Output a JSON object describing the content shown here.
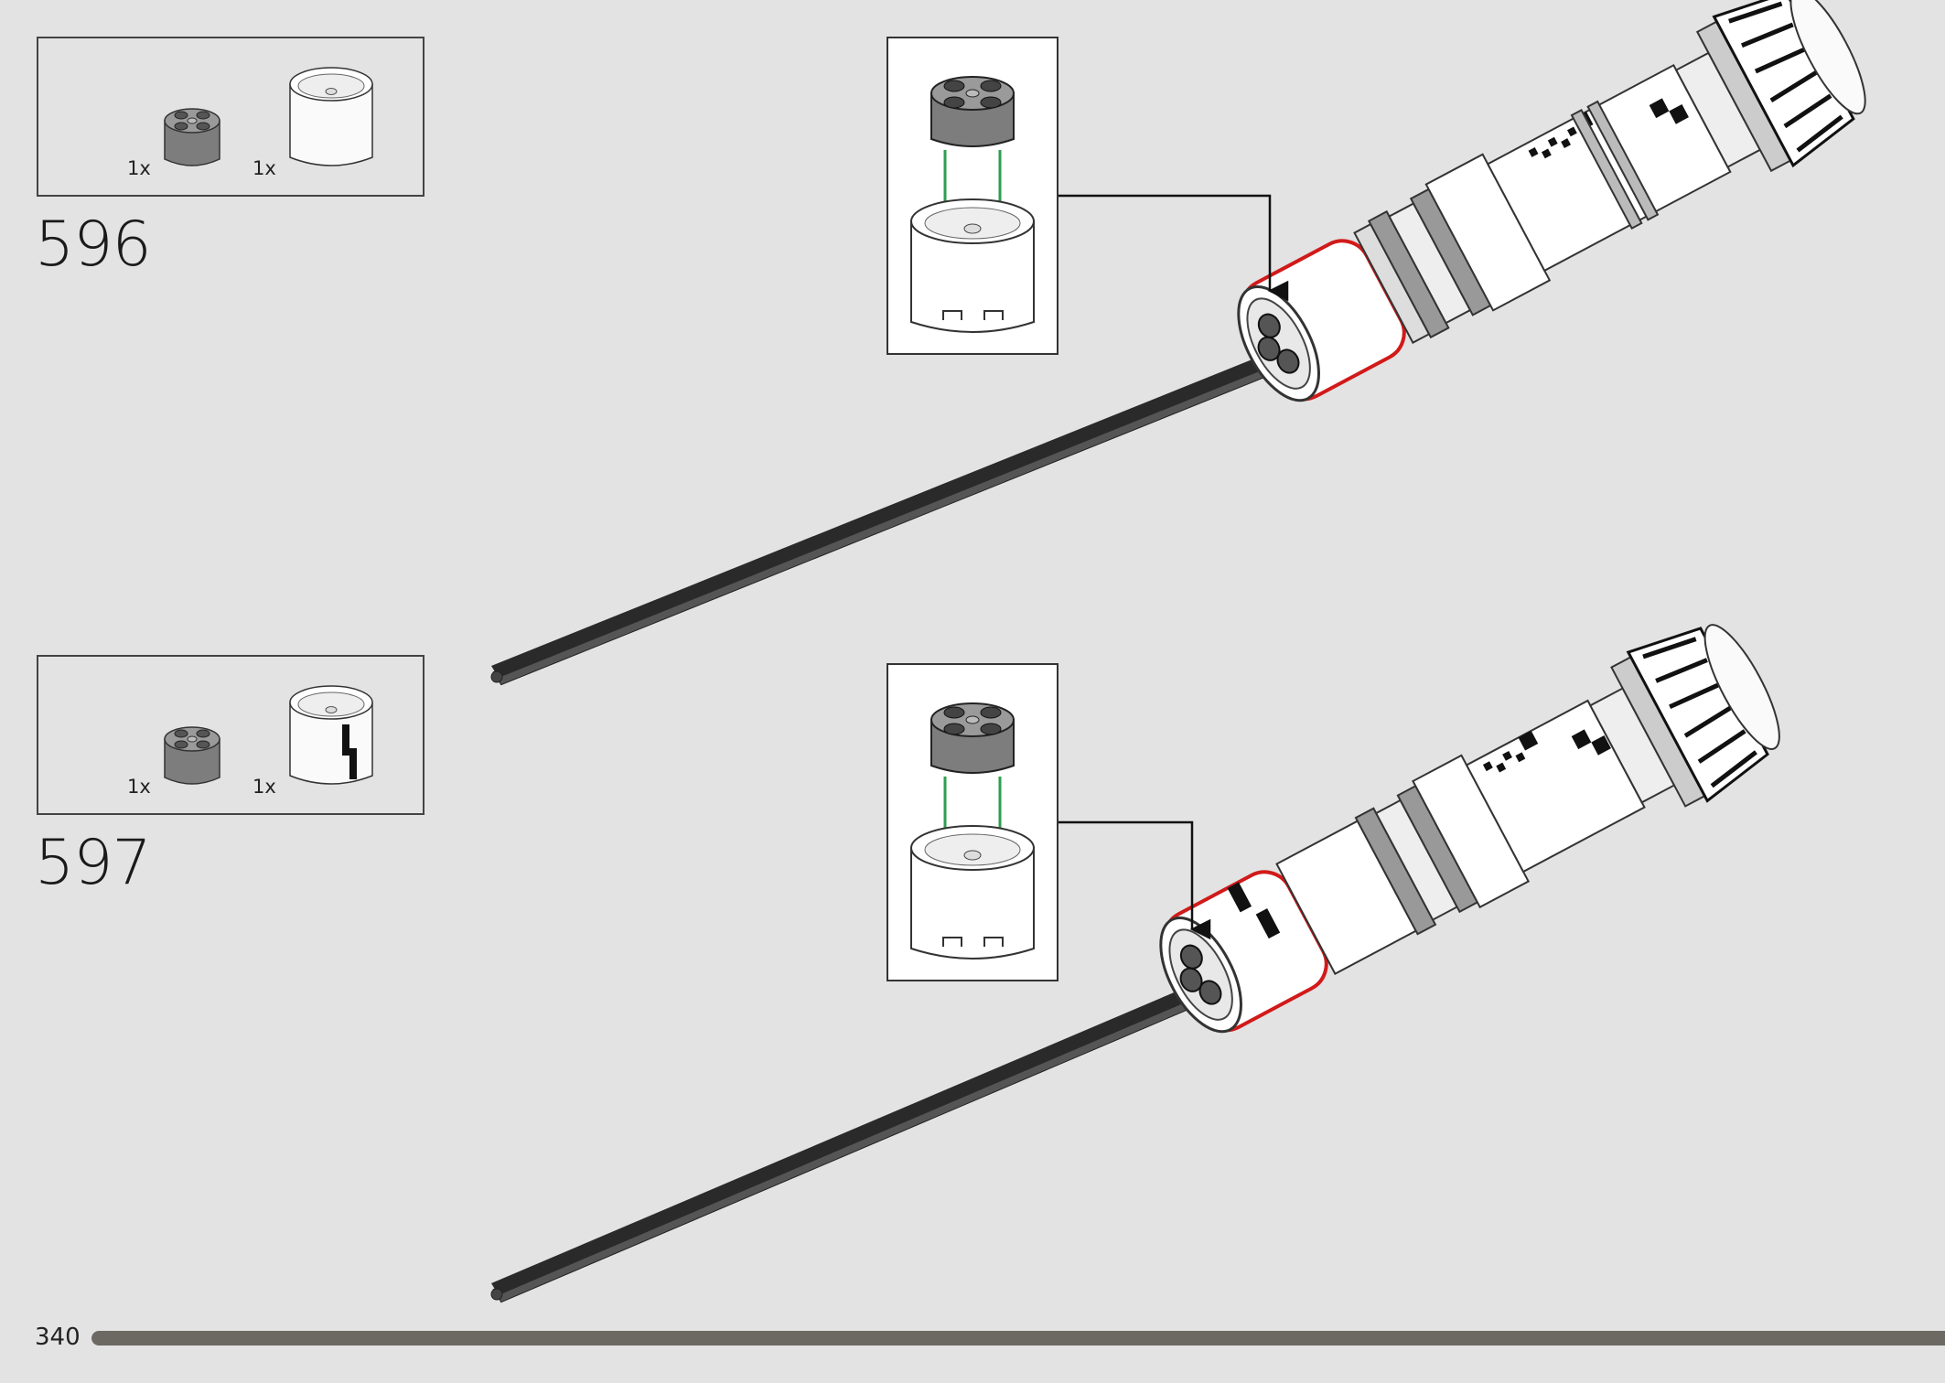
{
  "page": {
    "number": "340",
    "progress": 1.0
  },
  "steps": [
    {
      "number": "596",
      "parts": [
        {
          "name": "round-brick-2x2-dark-gray",
          "qty": "1x"
        },
        {
          "name": "round-brick-2x2-white",
          "qty": "1x"
        }
      ]
    },
    {
      "number": "597",
      "parts": [
        {
          "name": "round-brick-2x2-dark-gray",
          "qty": "1x"
        },
        {
          "name": "round-brick-2x2-white-printed",
          "qty": "1x"
        }
      ]
    }
  ],
  "colors": {
    "background": "#e3e3e3",
    "highlight": "#d11a1a",
    "insert_arrow": "#2e9e4f",
    "dark_brick": "#7a7a7a",
    "blade": "#3a3a3a",
    "progress": "#6b6962"
  }
}
